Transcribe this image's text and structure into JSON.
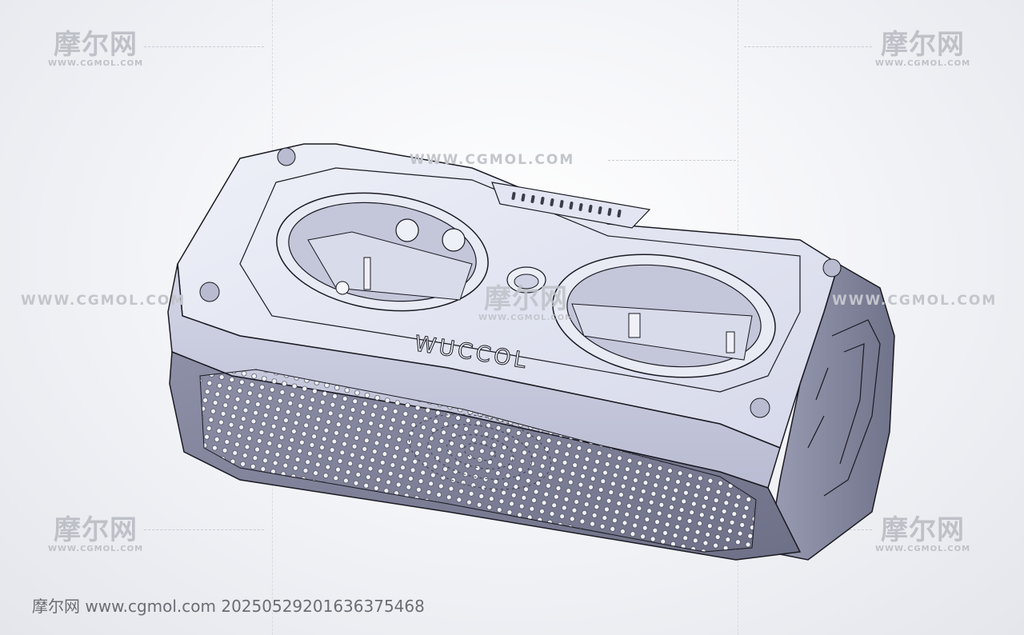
{
  "watermarks": {
    "brand_cn": "摩尔网",
    "brand_url": "WWW.CGMOL.COM",
    "inline_url": "WWW.CGMOL.COM"
  },
  "model": {
    "logo_text": "WUCCOL"
  },
  "footer": {
    "caption": "摩尔网 www.cgmol.com 20250529201636375468"
  },
  "colors": {
    "body_light": "#dfe2f0",
    "body_mid": "#c9cde0",
    "body_dark": "#8c8fa6",
    "grille_dark": "#6f7186",
    "outline": "#1a1a22"
  }
}
